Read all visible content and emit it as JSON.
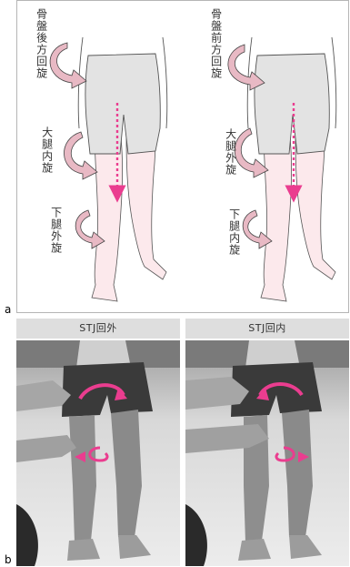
{
  "panel_a": {
    "label": "a",
    "left_leg": {
      "pelvis_label": "骨盤後方回旋",
      "thigh_label": "大腿内旋",
      "lower_leg_label": "下腿外旋"
    },
    "right_leg": {
      "pelvis_label": "骨盤前方回旋",
      "thigh_label": "大腿外旋",
      "lower_leg_label": "下腿内旋"
    }
  },
  "panel_b": {
    "label": "b",
    "left_photo_caption": "STJ回外",
    "right_photo_caption": "STJ回内"
  },
  "colors": {
    "arrow_pink": "#ea3d8f",
    "arrow_fill": "#e8b9c4",
    "skin": "#fce9ec",
    "shorts": "#e3e3e3"
  }
}
